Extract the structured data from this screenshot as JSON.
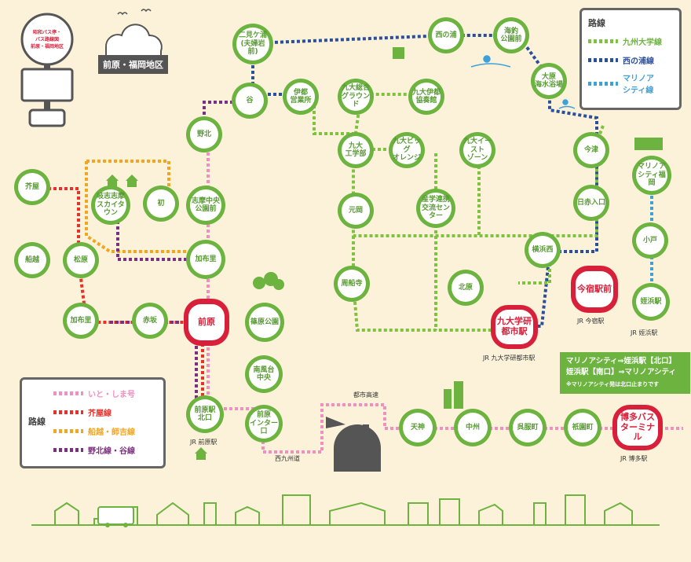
{
  "area_label": "前原・福岡地区",
  "signboard_text": "昭和バス停・\nバス路線図\n前原・福岡地区",
  "legend_top": {
    "title": "路線",
    "items": [
      {
        "label": "九州大学線",
        "color": "#7fc242",
        "style": "dashed"
      },
      {
        "label": "西の浦線",
        "color": "#2a4f9c",
        "style": "dashed"
      },
      {
        "label": "マリノア\nシティ線",
        "color": "#3ea0d8",
        "style": "dashed"
      }
    ]
  },
  "legend_bottom": {
    "title": "路線",
    "items": [
      {
        "label": "いと・しま号",
        "color": "#ef8fc2"
      },
      {
        "label": "芥屋線",
        "color": "#e8312a"
      },
      {
        "label": "船越・師吉線",
        "color": "#f3a51f"
      },
      {
        "label": "野北線・谷線",
        "color": "#7b2f80"
      }
    ]
  },
  "stations": [
    {
      "id": "futamigaura",
      "label": "二見ケ浦\n(夫婦岩前)"
    },
    {
      "id": "nishinoura",
      "label": "西の浦"
    },
    {
      "id": "umizuri",
      "label": "海釣\n公園前"
    },
    {
      "id": "ohara",
      "label": "大原\n海水浴場"
    },
    {
      "id": "tani",
      "label": "谷"
    },
    {
      "id": "ito",
      "label": "伊都\n営業所"
    },
    {
      "id": "kyudai_ground",
      "label": "九大総合\nグラウンド"
    },
    {
      "id": "kyudai_ito_kyoshoku",
      "label": "九大伊都\n協奏館"
    },
    {
      "id": "nogita",
      "label": "野北"
    },
    {
      "id": "kyudai_kogakubu",
      "label": "九大\n工学部"
    },
    {
      "id": "kyudai_big_orange",
      "label": "九大ビッグ\nオレンジ"
    },
    {
      "id": "kyudai_east",
      "label": "九大イースト\nゾーン"
    },
    {
      "id": "imazu",
      "label": "今津"
    },
    {
      "id": "keya",
      "label": "芥屋"
    },
    {
      "id": "kishi_skytown",
      "label": "岐志志摩\nスカイタウン"
    },
    {
      "id": "hatsu",
      "label": "初"
    },
    {
      "id": "kitasaki",
      "label": "志摩中央\n公園前"
    },
    {
      "id": "motooka",
      "label": "元岡"
    },
    {
      "id": "gakkentoshi_center",
      "label": "産学連携\n交流センター"
    },
    {
      "id": "hiakairiguchi",
      "label": "日赤入口"
    },
    {
      "id": "marinoa",
      "label": "マリノア\nシティ福岡"
    },
    {
      "id": "funakoshi",
      "label": "船越"
    },
    {
      "id": "matsubara",
      "label": "松原"
    },
    {
      "id": "kafuri",
      "label": "加布里"
    },
    {
      "id": "yokohama_nishi",
      "label": "横浜西"
    },
    {
      "id": "odo",
      "label": "小戸"
    },
    {
      "id": "sueiji",
      "label": "周船寺"
    },
    {
      "id": "kitahara",
      "label": "北原"
    },
    {
      "id": "kafurihama",
      "label": "加布里"
    },
    {
      "id": "akasaka",
      "label": "赤坂"
    },
    {
      "id": "hatae_park",
      "label": "篠原公園"
    },
    {
      "id": "meinohama",
      "label": "姪浜駅"
    },
    {
      "id": "minamifukatsu",
      "label": "南風台\n中央"
    },
    {
      "id": "maebaru_kitaguchi",
      "label": "前原駅\n北口"
    },
    {
      "id": "maebaru_ic",
      "label": "前原\nインター口"
    },
    {
      "id": "tenjin",
      "label": "天神"
    },
    {
      "id": "nakasu",
      "label": "中州"
    },
    {
      "id": "gofukumachi",
      "label": "呉服町"
    },
    {
      "id": "gionmachi",
      "label": "祇園町"
    }
  ],
  "hubs": [
    {
      "id": "maebaru",
      "label": "前原"
    },
    {
      "id": "kyudai_gakkentoshi",
      "label": "九大学研\n都市駅"
    },
    {
      "id": "imajuku",
      "label": "今宿駅前"
    },
    {
      "id": "hakata_terminal",
      "label": "博多バス\nターミナル"
    }
  ],
  "rail_labels": {
    "jr_maebaru": "JR 前原駅",
    "jr_kyudai": "JR 九大学研都市駅",
    "jr_imajuku": "JR 今宿駅",
    "jr_meinohama": "JR 姪浜駅",
    "jr_hakata": "JR 博多駅",
    "toshi_kosoku": "都市高速",
    "nishi_kyushu": "西九州道"
  },
  "info_box": {
    "line1": "マリノアシティ⇒姪浜駅【北口】",
    "line2": "姪浜駅【南口】⇒マリノアシティ",
    "note": "※マリノアシティ発は北口止まりです"
  }
}
